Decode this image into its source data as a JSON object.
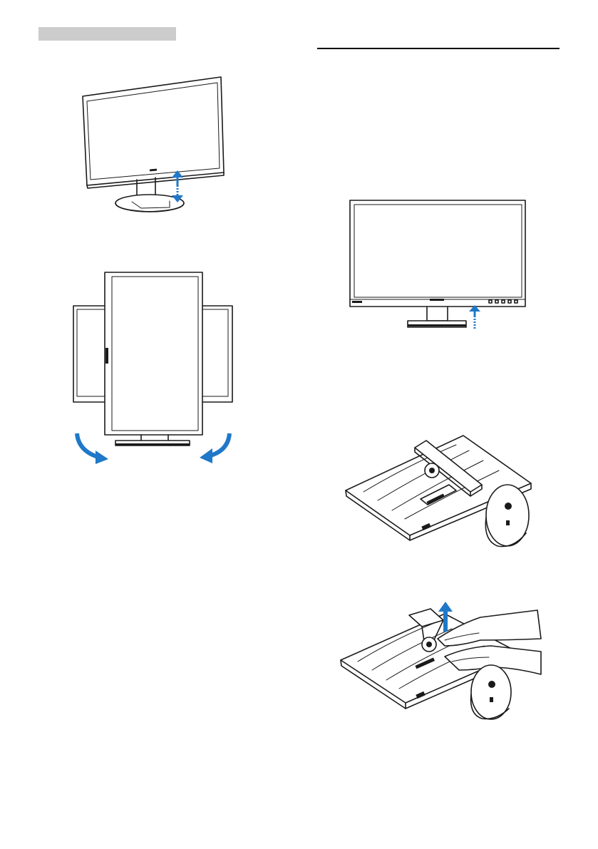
{
  "page": {
    "background": "#ffffff",
    "section_header_bar_color": "#cccccc",
    "accent": "#1f78c8"
  },
  "illustrations": [
    {
      "name": "monitor-height-adjust",
      "icon": "height-adjust-arrows"
    },
    {
      "name": "monitor-pivot",
      "icon": "pivot-rotate-arrows"
    },
    {
      "name": "monitor-front-lift",
      "icon": "lift-up-arrow"
    },
    {
      "name": "monitor-facedown-stand",
      "icon": "stand-removal"
    },
    {
      "name": "monitor-stand-removal-hands",
      "icon": "lift-up-arrow"
    }
  ]
}
